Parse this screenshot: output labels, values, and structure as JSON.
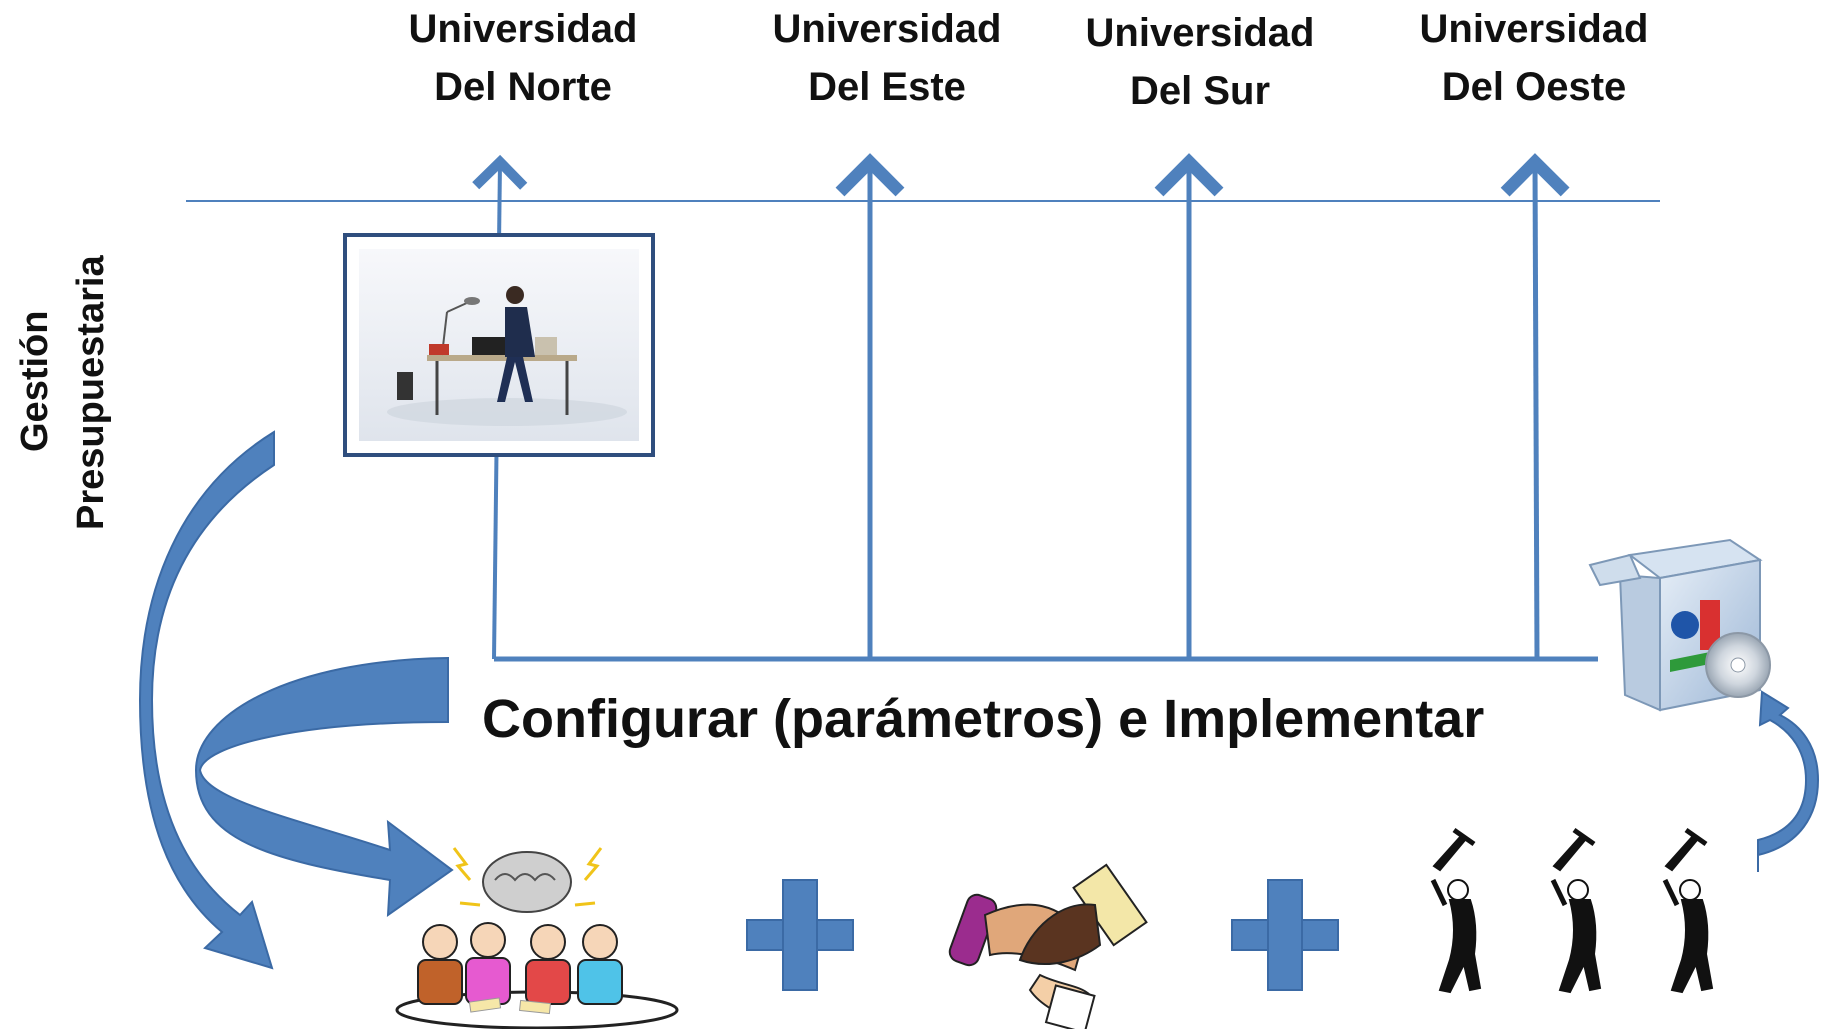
{
  "universities": [
    {
      "line1": "Universidad",
      "line2": "Del Norte"
    },
    {
      "line1": "Universidad",
      "line2": "Del Este"
    },
    {
      "line1": "Universidad",
      "line2": "Del Sur"
    },
    {
      "line1": "Universidad",
      "line2": "Del Oeste"
    }
  ],
  "side_label": {
    "line1": "Gestión",
    "line2": "Presupuestaria"
  },
  "bottom_label": "Configurar (parámetros) e Implementar",
  "colors": {
    "line": "#4f81bd",
    "arrow": "#4f81bd",
    "arrow_dark": "#2f5b93",
    "frame": "#2f4e7e"
  },
  "icons": [
    "office-worker-photo",
    "software-box-icon",
    "brainstorm-meeting-icon",
    "plus-icon",
    "handshake-icon",
    "workers-digging-icon"
  ]
}
